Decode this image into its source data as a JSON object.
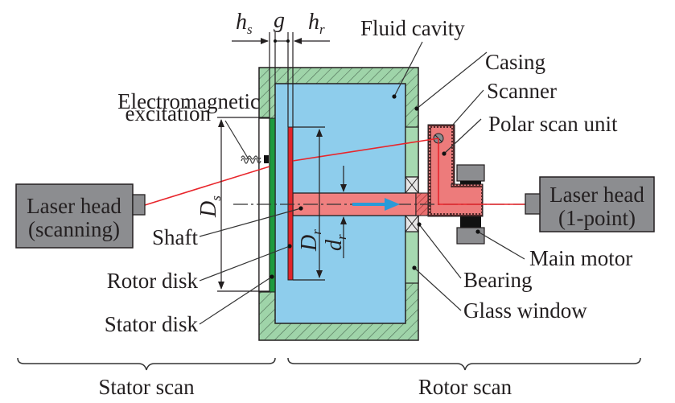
{
  "figure": {
    "symbols": {
      "hs": {
        "main": "h",
        "sub": "s"
      },
      "g": {
        "main": "g"
      },
      "hr": {
        "main": "h",
        "sub": "r"
      },
      "Ds": {
        "main": "D",
        "sub": "s"
      },
      "Dr": {
        "main": "D",
        "sub": "r"
      },
      "dr": {
        "main": "d",
        "sub": "r"
      }
    },
    "labels": {
      "fluid_cavity": "Fluid cavity",
      "casing": "Casing",
      "scanner": "Scanner",
      "polar_scan_unit": "Polar scan unit",
      "em_excitation_line1": "Electromagnetic",
      "em_excitation_line2": "excitation",
      "shaft": "Shaft",
      "rotor_disk": "Rotor disk",
      "stator_disk": "Stator disk",
      "main_motor": "Main motor",
      "bearing": "Bearing",
      "glass_window": "Glass window"
    },
    "laser_heads": {
      "left": {
        "line1": "Laser head",
        "line2": "(scanning)"
      },
      "right": {
        "line1": "Laser head",
        "line2": "(1-point)"
      }
    },
    "sections": {
      "stator": "Stator scan",
      "rotor": "Rotor scan"
    },
    "colors": {
      "fluid": "#8ecdec",
      "casing": "#9fd4a9",
      "glass": "#a6d9b1",
      "stator_disk": "#1e9a3e",
      "rotor_disk": "#e0252b",
      "shaft": "#f08080",
      "laser_beam": "#e8262c",
      "flow_arrow": "#2b9ad8",
      "device_gray": "#8c8d90",
      "motor_black": "#111111"
    }
  }
}
